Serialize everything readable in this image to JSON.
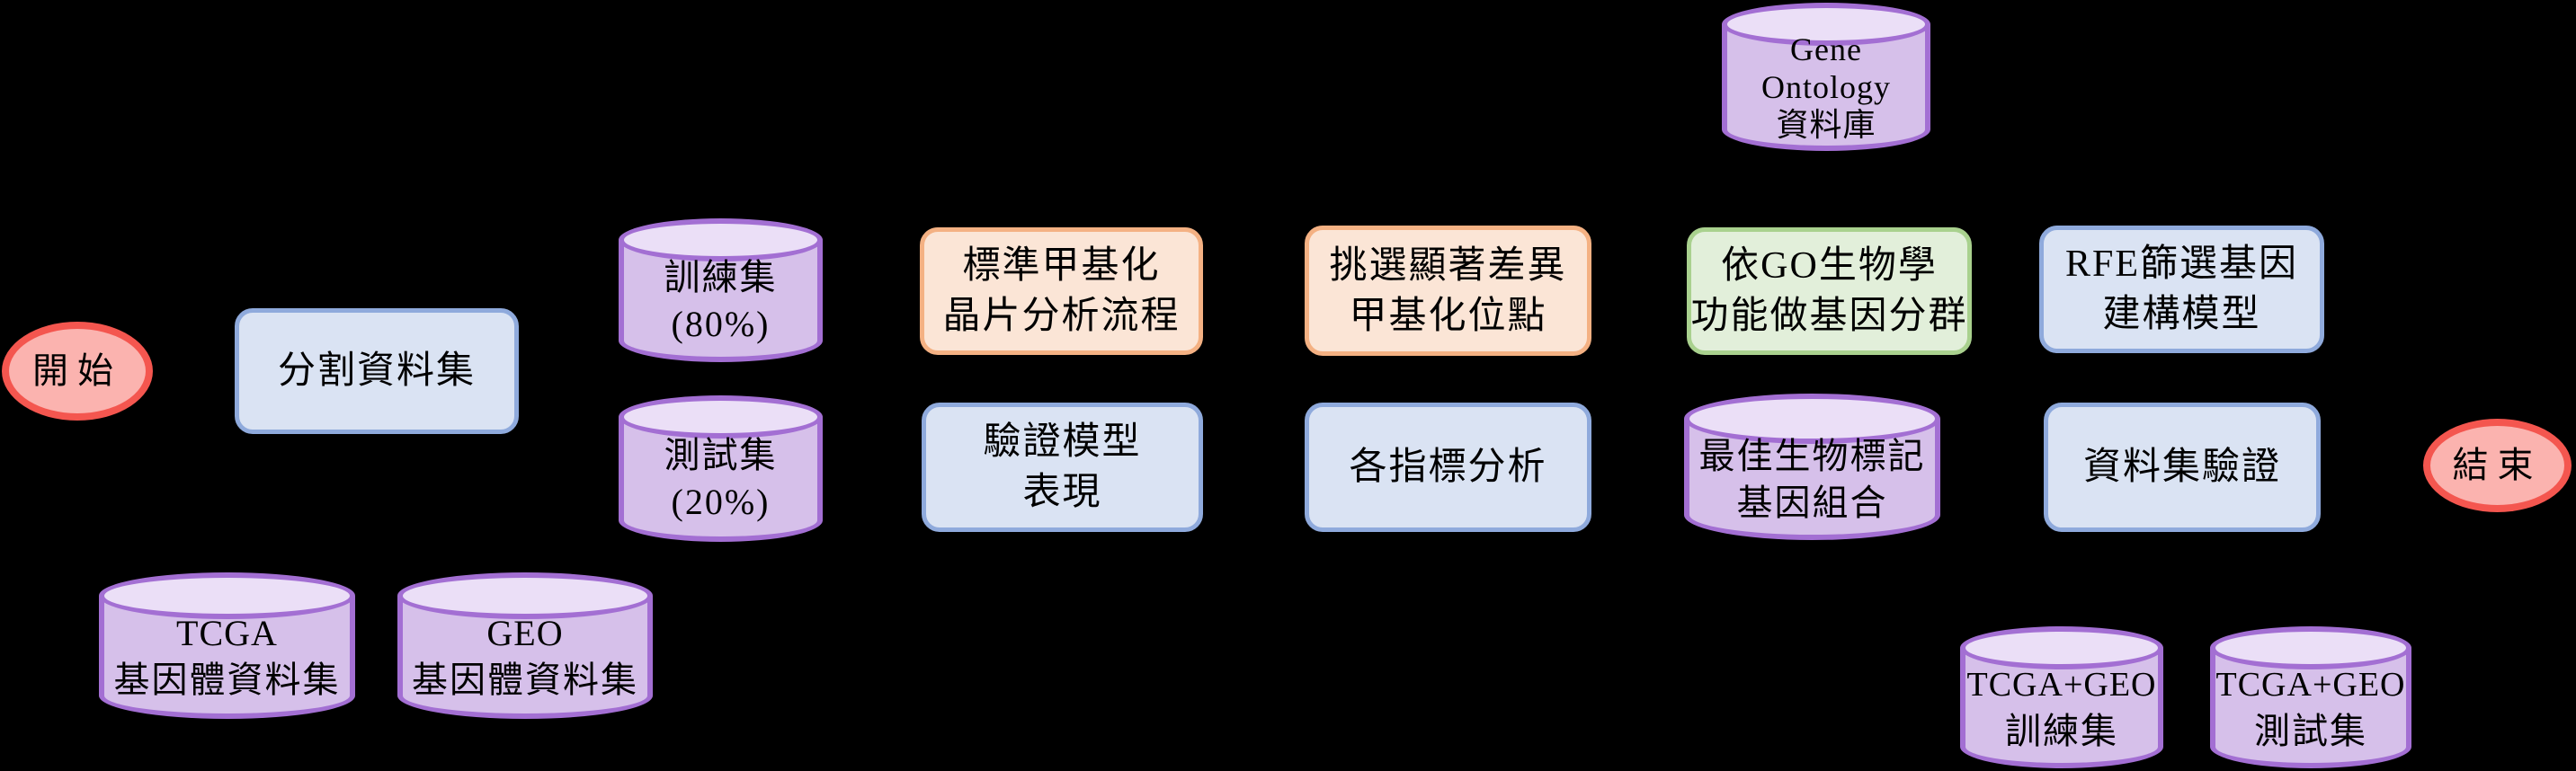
{
  "diagram": {
    "title": "methylation-biomarker-workflow-flowchart",
    "palette": {
      "canvas_bg": "#000000",
      "node_text": "#000000",
      "blue_fill": "#DAE3F3",
      "blue_stroke": "#8FAADC",
      "orange_fill": "#FBE5D6",
      "orange_stroke": "#F4B183",
      "green_fill": "#E2EFDA",
      "green_stroke": "#A9D18E",
      "purple_fill": "#D6C0EA",
      "purple_top_fill": "#EBDFF7",
      "purple_stroke": "#A36FD3",
      "pink_fill": "#FBB3AF",
      "pink_stroke": "#F4564F"
    },
    "nodes": {
      "start": {
        "shape": "terminator",
        "lines": [
          "開始"
        ]
      },
      "split_dataset": {
        "shape": "rounded-box",
        "color": "blue",
        "lines": [
          "分割資料集"
        ]
      },
      "training_set": {
        "shape": "cylinder",
        "lines": [
          "訓練集",
          "(80%)"
        ]
      },
      "test_set": {
        "shape": "cylinder",
        "lines": [
          "測試集",
          "(20%)"
        ]
      },
      "std_methylation": {
        "shape": "rounded-box",
        "color": "orange",
        "lines": [
          "標準甲基化",
          "晶片分析流程"
        ]
      },
      "model_validation": {
        "shape": "rounded-box",
        "color": "blue",
        "lines": [
          "驗證模型",
          "表現"
        ]
      },
      "dmp_selection": {
        "shape": "rounded-box",
        "color": "orange",
        "lines": [
          "挑選顯著差異",
          "甲基化位點"
        ]
      },
      "metrics_analysis": {
        "shape": "rounded-box",
        "color": "blue",
        "lines": [
          "各指標分析"
        ]
      },
      "go_clustering": {
        "shape": "rounded-box",
        "color": "green",
        "lines": [
          "依GO生物學",
          "功能做基因分群"
        ]
      },
      "best_biomarker": {
        "shape": "cylinder",
        "lines": [
          "最佳生物標記",
          "基因組合"
        ]
      },
      "gene_ontology": {
        "shape": "cylinder",
        "lines": [
          "Gene",
          "Ontology",
          "資料庫"
        ]
      },
      "rfe_model": {
        "shape": "rounded-box",
        "color": "blue",
        "lines": [
          "RFE篩選基因",
          "建構模型"
        ]
      },
      "dataset_validation": {
        "shape": "rounded-box",
        "color": "blue",
        "lines": [
          "資料集驗證"
        ]
      },
      "end": {
        "shape": "terminator",
        "lines": [
          "結束"
        ]
      },
      "tcga": {
        "shape": "cylinder",
        "lines": [
          "TCGA",
          "基因體資料集"
        ]
      },
      "geo": {
        "shape": "cylinder",
        "lines": [
          "GEO",
          "基因體資料集"
        ]
      },
      "tcga_geo_train": {
        "shape": "cylinder",
        "lines": [
          "TCGA+GEO",
          "訓練集"
        ]
      },
      "tcga_geo_test": {
        "shape": "cylinder",
        "lines": [
          "TCGA+GEO",
          "測試集"
        ]
      }
    }
  }
}
